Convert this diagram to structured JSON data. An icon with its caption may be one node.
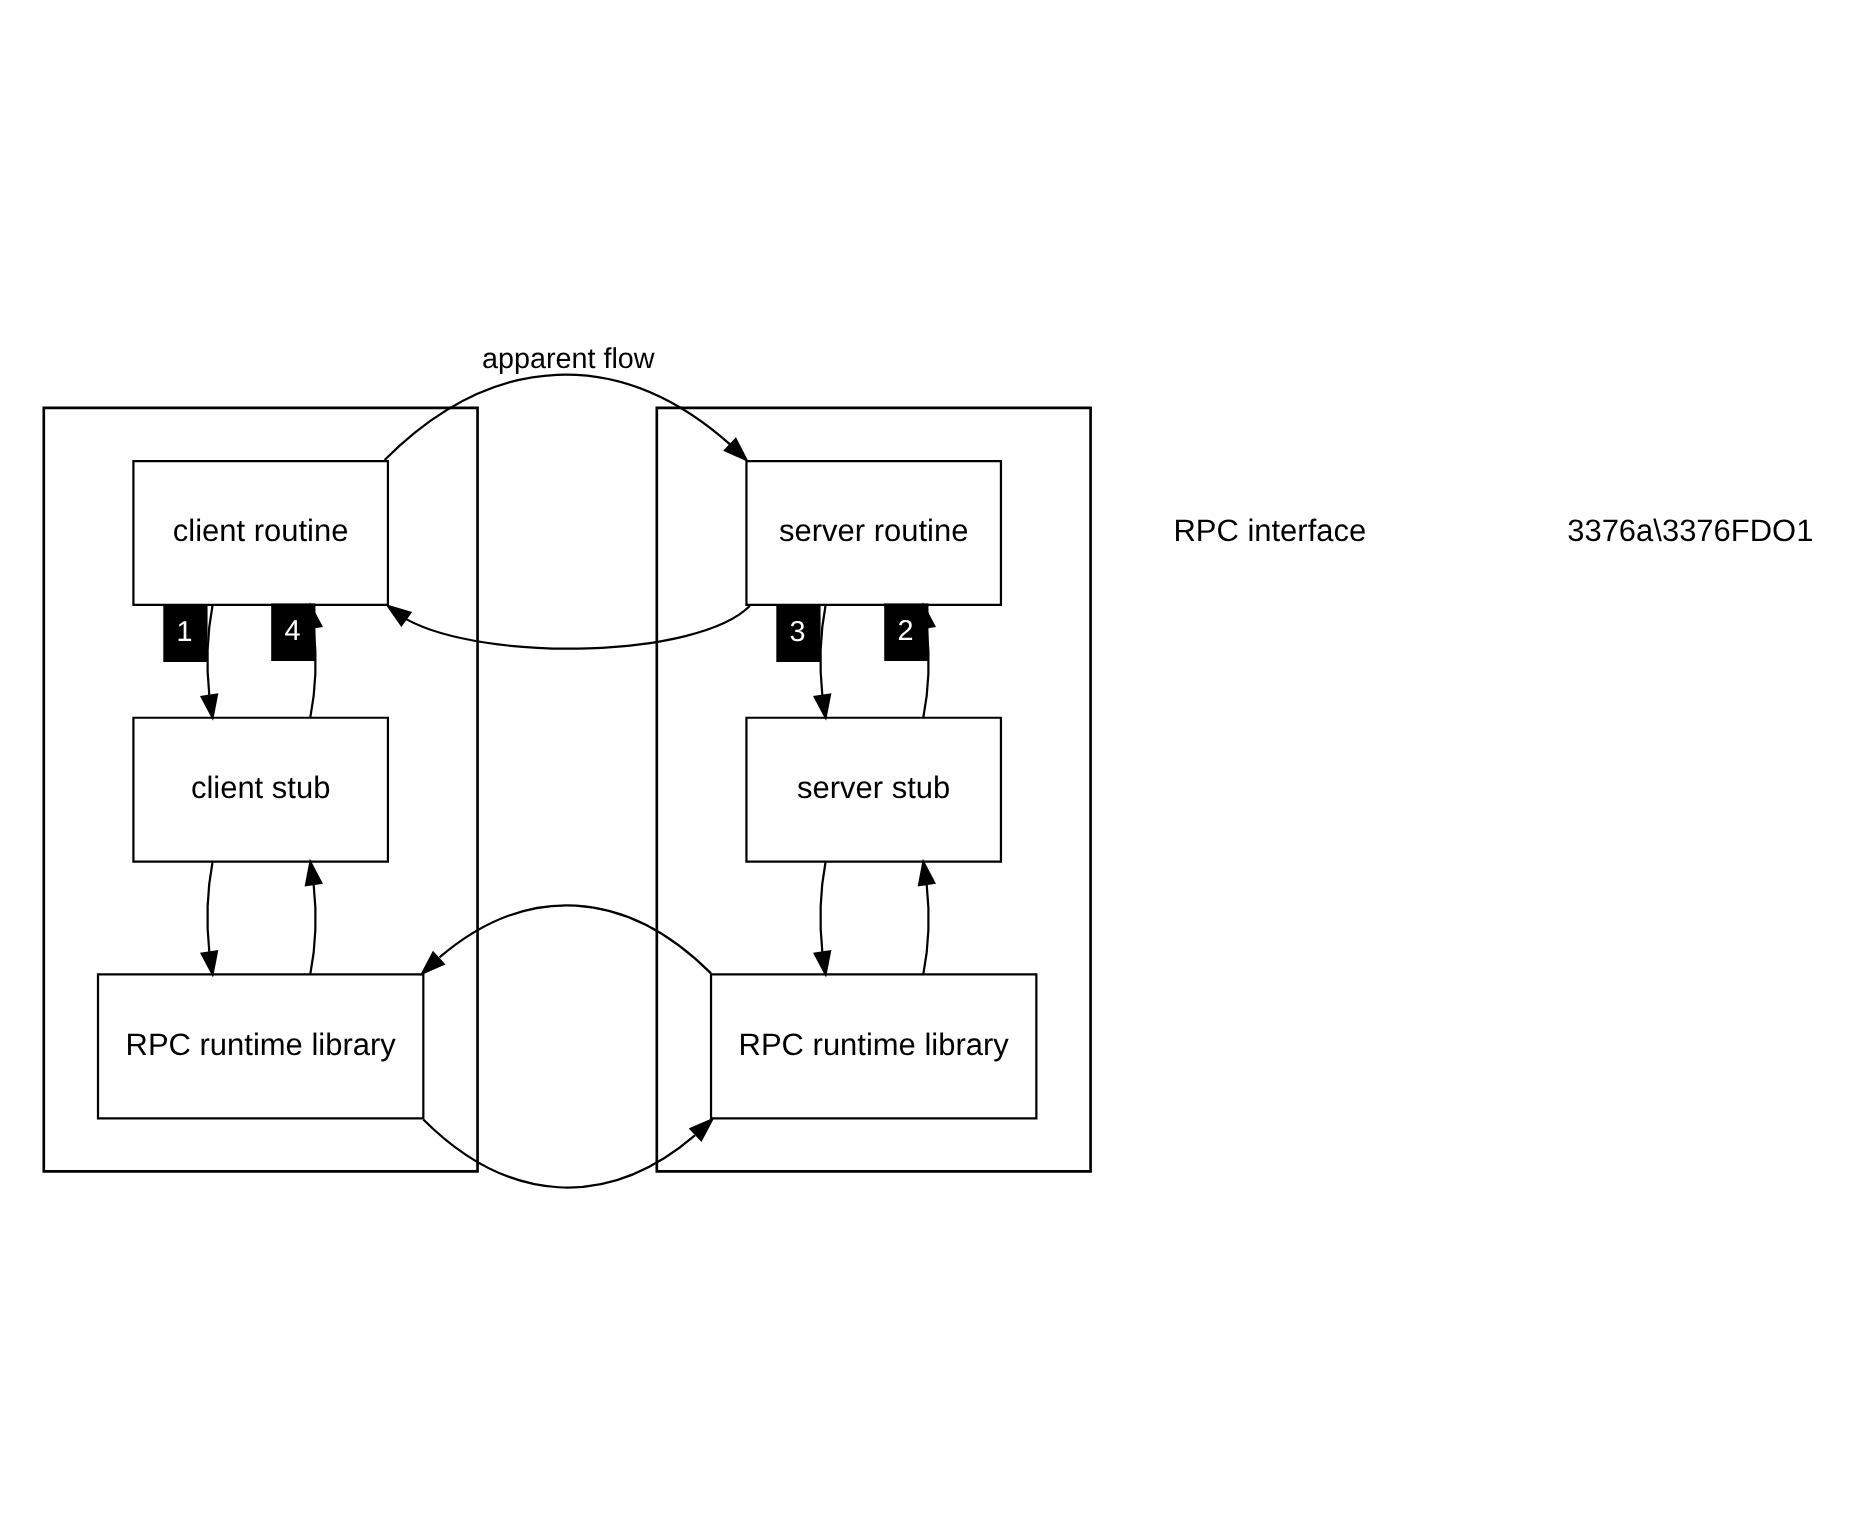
{
  "diagram": {
    "nodes": [
      {
        "text": [],
        "shape": "box"
      },
      {
        "text": [
          "client routine"
        ],
        "in": 0
      },
      {
        "text": [
          "client stub"
        ],
        "in": 0
      },
      {
        "text": [
          "RPC runtime library"
        ],
        "in": 0
      },
      {
        "text": [],
        "shape": "box"
      },
      {
        "text": [
          "server routine"
        ],
        "in": 4
      },
      {
        "text": [
          "server stub"
        ],
        "in": 4
      },
      {
        "text": [
          "RPC runtime library"
        ],
        "in": 4
      }
    ],
    "edges": [
      {
        "from": 1,
        "to": 5,
        "arrow": "to",
        "label": "apparent flow"
      },
      {
        "from": 5,
        "to": 1,
        "arrow": "to"
      },
      {
        "from": 1,
        "to": 2,
        "arrow": "to",
        "label": "1"
      },
      {
        "from": 2,
        "to": 1,
        "arrow": "to",
        "label": "4"
      },
      {
        "from": 2,
        "to": 3,
        "arrow": "to"
      },
      {
        "from": 3,
        "to": 2,
        "arrow": "to"
      },
      {
        "from": 7,
        "to": 3,
        "arrow": "to"
      },
      {
        "from": 3,
        "to": 7,
        "arrow": "to"
      },
      {
        "from": 5,
        "to": 6,
        "arrow": "to",
        "label": "3"
      },
      {
        "from": 6,
        "to": 5,
        "arrow": "to",
        "label": "2"
      },
      {
        "from": 6,
        "to": 7,
        "arrow": "to"
      },
      {
        "from": 7,
        "to": 6,
        "arrow": "to"
      }
    ],
    "labels": [
      "RPC interface",
      "3376a\\3376FDO1"
    ]
  }
}
